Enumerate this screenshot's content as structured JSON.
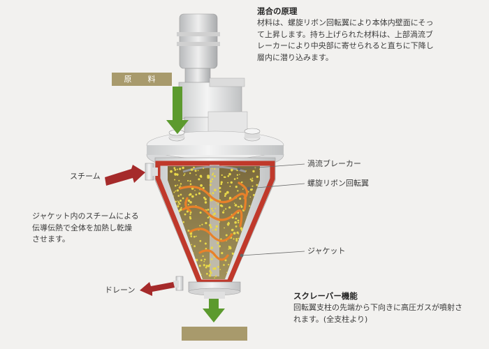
{
  "mixing": {
    "title": "混合の原理",
    "lines": [
      "材料は、螺旋リボン回転翼により本体内壁面にそっ",
      "て上昇します。持ち上げられた材料は、上部渦流ブ",
      "レーカーにより中央部に寄せられると直ちに下降し",
      "層内に潜り込みます。"
    ]
  },
  "material_label": "原　料",
  "steam_label": "スチーム",
  "jacket_desc": {
    "lines": [
      "ジャケット内のスチームによる",
      "伝導伝熱で全体を加熱し乾燥",
      "させます。"
    ]
  },
  "drain_label": "ドレーン",
  "callouts": {
    "vortex_breaker": "渦流ブレーカー",
    "ribbon_blade": "螺旋リボン回転翼",
    "jacket": "ジャケット"
  },
  "scraper": {
    "title": "スクレーバー機能",
    "lines": [
      "回転翼支柱の先端から下向きに高圧ガスが噴射さ",
      "れます。(全支柱より)"
    ]
  },
  "colors": {
    "arrow_green": "#5c9a2e",
    "arrow_red": "#a52a2a",
    "tag_bar": "#a89a6c",
    "jacket": "#c0392b",
    "ribbon": "#e8812a",
    "particles": "#e8d84a"
  }
}
